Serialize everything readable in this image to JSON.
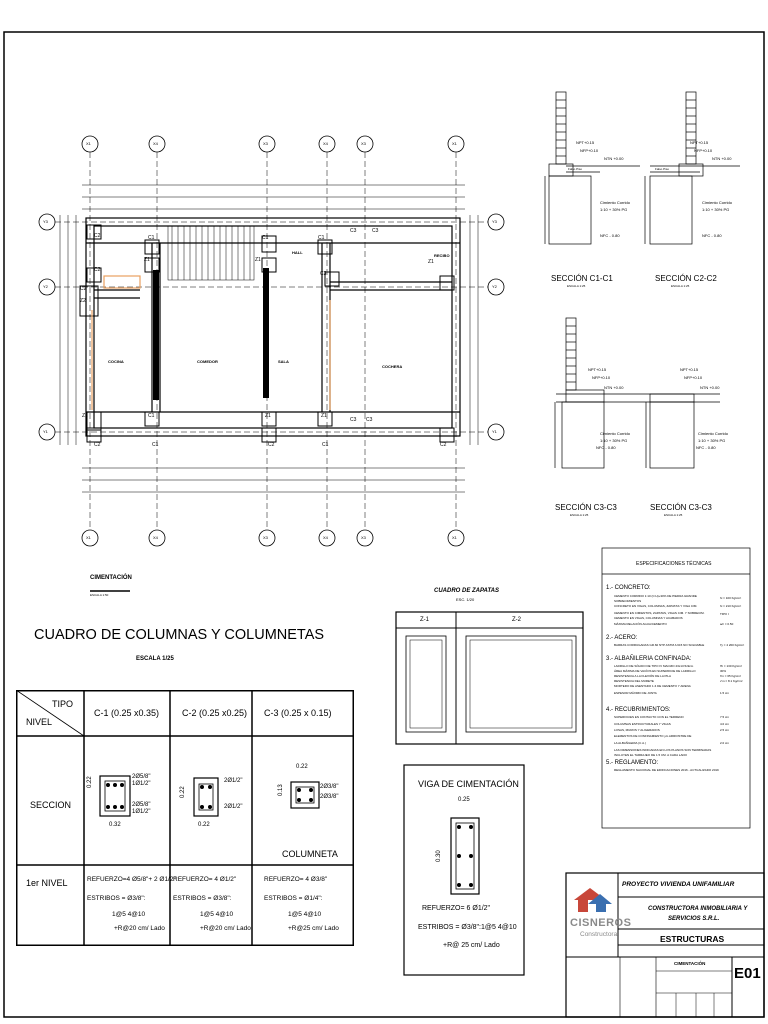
{
  "plan": {
    "axes_top": [
      "X1",
      "X4",
      "X3",
      "X4",
      "X3",
      "X1"
    ],
    "axes_left": [
      "Y3",
      "Y2",
      "Y1"
    ],
    "axes_bottom": [
      "X1",
      "X4",
      "X3",
      "X4",
      "X3",
      "X1"
    ],
    "axes_right": [
      "Y3",
      "Y2",
      "Y1"
    ],
    "rooms": [
      "COCINA",
      "COMEDOR",
      "SALA",
      "COCHERA",
      "HALL",
      "RECIBO"
    ],
    "column_tags": [
      "C2",
      "C1",
      "Z1",
      "C1",
      "C3",
      "C3",
      "C2",
      "Z2",
      "C2",
      "Z1",
      "C1",
      "Z1",
      "Z1",
      "C2",
      "Z1",
      "C2",
      "C1",
      "C1",
      "C3",
      "C3",
      "C1",
      "Z1",
      "C2",
      "C3"
    ],
    "title": "CIMENTACIÓN",
    "scale": "ESCALA 1:50"
  },
  "sections": [
    {
      "title": "SECCIÓN C1-C1",
      "scale": "ESCALA 1:25",
      "npt": "NPT+0.15",
      "nfp": "NFP+0.10",
      "ntn": "NTN +0.00",
      "nfc": "NFC - 0.80",
      "cimiento": "Cimiento Corrido",
      "mix": "1:10 + 30% PG",
      "falso": "Falso Piso"
    },
    {
      "title": "SECCIÓN C2-C2",
      "scale": "ESCALA 1:25",
      "npt": "NPT+0.15",
      "nfp": "NFP+0.10",
      "ntn": "NTN +0.00",
      "nfc": "NFC - 0.80",
      "cimiento": "Cimiento Corrido",
      "mix": "1:10 + 30% PG",
      "falso": "Falso Piso"
    },
    {
      "title": "SECCIÓN C3-C3",
      "scale": "ESCALA 1:25",
      "npt": "NPT+0.15",
      "nfp": "NFP+0.10",
      "ntn": "NTN +0.00",
      "nfc": "NFC - 0.80",
      "cimiento": "Cimiento Corrido",
      "mix": "1:10 + 30% PG",
      "falso": ""
    },
    {
      "title": "SECCIÓN C3-C3",
      "scale": "ESCALA 1:25",
      "npt": "NPT+0.15",
      "nfp": "NFP+0.10",
      "ntn": "NTN +0.00",
      "nfc": "NFC - 0.80",
      "cimiento": "Cimiento Corrido",
      "mix": "1:10 + 30% PG",
      "falso": ""
    }
  ],
  "columns_table": {
    "title": "CUADRO DE COLUMNAS Y COLUMNETAS",
    "scale": "ESCALA 1/25",
    "header_tipo": "TIPO",
    "header_nivel": "NIVEL",
    "types": [
      "C-1 (0.25 x0.35)",
      "C-2 (0.25 x0.25)",
      "C-3 (0.25 x 0.15)"
    ],
    "row_section": "SECCION",
    "row_level": "1er NIVEL",
    "c1_dims": {
      "w": "0.32",
      "h": "0.22"
    },
    "c1_bars": [
      "2Ø5/8\"",
      "1Ø1/2\"",
      "2Ø5/8\"",
      "1Ø1/2\""
    ],
    "c2_dims": {
      "w": "0.22",
      "h": "0.22"
    },
    "c2_bars": [
      "2Ø1/2\"",
      "2Ø1/2\""
    ],
    "c3_dims": {
      "w": "0.22",
      "h": "0.13"
    },
    "c3_bars": [
      "2Ø3/8\"",
      "2Ø3/8\""
    ],
    "columneta": "COLUMNETA",
    "c1_ref": [
      "REFUERZO=4 Ø5/8\"+ 2 Ø1/2\"",
      "ESTRIBOS = Ø3/8\":",
      "1@5 4@10",
      "+R@20 cm/ Lado"
    ],
    "c2_ref": [
      "REFUERZO=  4 Ø1/2\"",
      "ESTRIBOS = Ø3/8\":",
      "1@5 4@10",
      "+R@20 cm/ Lado"
    ],
    "c3_ref": [
      "REFUERZO=  4 Ø3/8\"",
      "ESTRIBOS = Ø1/4\":",
      "1@5 4@10",
      "+R@25 cm/ Lado"
    ]
  },
  "zapatas": {
    "title": "CUADRO DE ZAPATAS",
    "scale": "ESC. 1/20",
    "cols": [
      "Z-1",
      "Z-2"
    ]
  },
  "viga": {
    "title": "VIGA DE CIMENTACIÓN",
    "w": "0.25",
    "h": "0.30",
    "ref": "REFUERZO=  6 Ø1/2\"",
    "estribos": "ESTRIBOS = Ø3/8\":1@5 4@10",
    "resto": "+R@ 25 cm/ Lado"
  },
  "specs": {
    "title": "ESPECIFICACIONES TÉCNICAS",
    "sections": [
      {
        "head": "1.- CONCRETO:",
        "lines": [
          "CEMENTO CORRIDO 1:10 (C:H)+30% DE PIEDRA GRANDE",
          "SOBRECIMIENTOS",
          "CONCRETO EN VIGAS, COLUMNAS, ZAPATAS Y VIGA CIM.",
          "CEMENTO EN CIMIENTOS, ZAPATAS, VIGAS CIM. Y SOBRECIM.",
          "CEMENTO EN VIGAS, COLUMNAS Y ACABADOS",
          "MÁXIMA RELACIÓN AGUA/CEMENTO"
        ],
        "vals": [
          "fc = 100 Kg/cm²",
          "fc = 210 Kg/cm²",
          "TIPO I",
          "a/c = 0.50"
        ]
      },
      {
        "head": "2.- ACERO:",
        "lines": [
          "BARRAS CORRUGADAS GR.60 NTP ASTM A 615 NO SOLDABLE"
        ],
        "vals": [
          "f'y = 4 200 Kg/cm²"
        ]
      },
      {
        "head": "3.- ALBAÑILERIA CONFINADA:",
        "lines": [
          "LADRILLO DE SÓLIDO DE TIPO IV MACIZO 23x13.5x9cm",
          "ÁREA MÁXIMA DE VACÍOS EN SUPERFICIE DE LADRILLO",
          "RESISTENCIA A LA FLEXIÓN DE LA PILA",
          "RESISTENCIA DEL MURETE",
          "MORTERO DE ASENTADO 1:4 DE CEMENTO Y ARENA",
          "ESPESOR MÁXIMO DE JUNTA"
        ],
        "vals": [
          "f'b = 130 Kg/cm²",
          "30%",
          "f'm = 65 Kg/cm²",
          "v'm = 8.1 Kg/cm²",
          "1.5 cm"
        ]
      },
      {
        "head": "4.- RECUBRIMIENTOS:",
        "lines": [
          "SUPERFICIES EN CONTACTO CON EL TERRENO",
          "COLUMNAS ESTRUCTURALES Y VIGAS",
          "LOSAS, MUROS Y ALIGERADOS",
          "ELEMENTOS DE CONFINAMIENTO y/o ARRIOSTRE DE",
          "LA ALBAÑILERIA (C.A.)",
          "LAS DIMENSIONES INDICADAS EN LOS PLANOS SON TERMINADAS",
          "INCLUYEN EL TARRAJEO DE 1.5 CM. A CADA LADO"
        ],
        "vals": [
          "7.5 cm",
          "4.0 cm",
          "2.5 cm",
          "2.0 cm"
        ]
      },
      {
        "head": "5.- REGLAMENTO:",
        "lines": [
          "REGLAMENTO NACIONAL DE EDIFICACIONES 2016 - ACTUALIZADO 2019"
        ],
        "vals": []
      }
    ]
  },
  "titleblock": {
    "project": "PROYECTO VIVIENDA UNIFAMILIAR",
    "company": "CONSTRUCTORA INMOBILIARIA Y",
    "company2": "SERVICIOS S.R.L.",
    "discipline": "ESTRUCTURAS",
    "logo_name": "CISNEROS",
    "logo_sub": "Constructora",
    "sheet_name": "CIMENTACIÓN",
    "sheet_code": "E01"
  },
  "colors": {
    "line": "#000000",
    "orange": "#e8a060",
    "logo_red": "#c8473a",
    "logo_blue": "#3a6fb0",
    "logo_text": "#8a8a8a"
  }
}
